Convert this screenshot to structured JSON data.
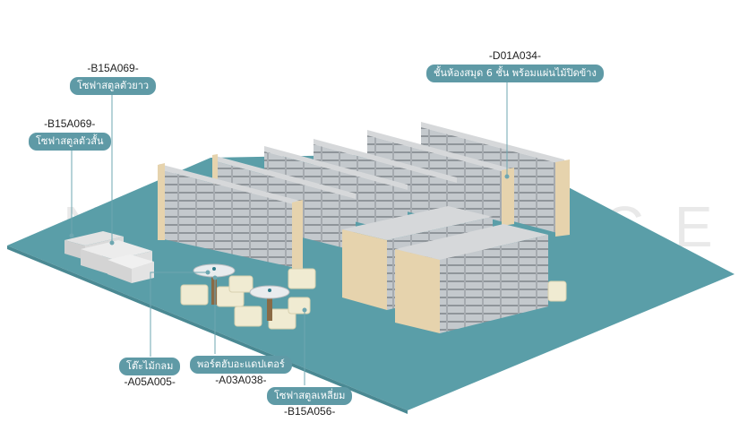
{
  "watermark": "NOCEOFFICE",
  "callouts": {
    "sofa_long": {
      "code": "-B15A069-",
      "name": "โซฟาสตูลตัวยาว"
    },
    "sofa_short": {
      "code": "-B15A069-",
      "name": "โซฟาสตูลตัวสั้น"
    },
    "shelf": {
      "code": "-D01A034-",
      "name": "ชั้นห้องสมุด 6 ชั้น พร้อมแผ่นไม้ปิดข้าง"
    },
    "round_table": {
      "code": "-A05A005-",
      "name": "โต๊ะไม้กลม"
    },
    "power_station": {
      "code": "-A03A038-",
      "name": "พอร์ตฮับอะแดปเตอร์"
    },
    "sofa_square": {
      "code": "-B15A056-",
      "name": "โซฟาสตูลเหลี่ยม"
    }
  },
  "colors": {
    "floor": "#5a9ea8",
    "pill": "#5f9aa6",
    "wood": "#e6d3ad",
    "shelf_top": "#d6d8da",
    "shelf_frame": "#8f959a",
    "seat": "#f0ebd2"
  }
}
